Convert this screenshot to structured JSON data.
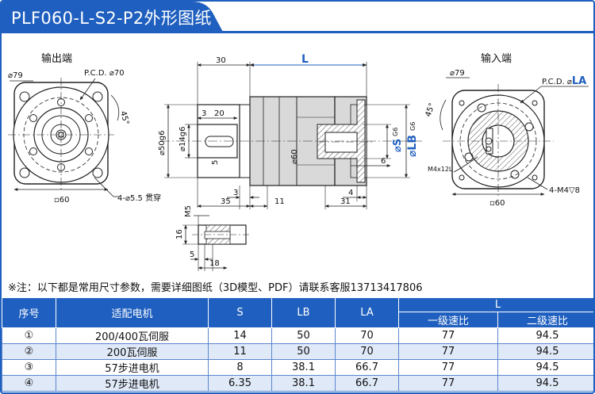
{
  "title": "PLF060-L-S2-P2外形图纸",
  "drawing": {
    "output_label": "输出端",
    "input_label": "输入端",
    "left_view": {
      "dia_79": "⌀79",
      "pcd": "P.C.D. ⌀70",
      "angle_45": "45°",
      "square_60": "▫60",
      "holes": "4-⌀5.5 贯穿"
    },
    "side_view": {
      "L": "L",
      "d30": "30",
      "d20": "20",
      "d3_top": "3",
      "d50": "⌀50g6",
      "d14": "⌀14g6",
      "d5": "5",
      "d60": "⌀60",
      "S": "⌀S",
      "S_tol": "G6",
      "LB": "⌀LB",
      "LB_tol": "G6",
      "d6": "6",
      "d3_bot": "3",
      "d35": "35",
      "d11": "11",
      "d4": "4",
      "d31": "31"
    },
    "key_view": {
      "M5": "M5",
      "d16": "16",
      "d5": "5",
      "d18": "18"
    },
    "right_view": {
      "dia_79": "⌀79",
      "pcd": "P.C.D. ⌀",
      "pcd_LA": "LA",
      "angle_45": "45°",
      "m4x12": "M4x12L",
      "square_60": "▫60",
      "holes": "4-M4▽8"
    }
  },
  "note": "※注：以下都是常用尺寸参数，需要详细图纸（3D模型、PDF）请联系客服13713417806",
  "table": {
    "headers": {
      "no": "序号",
      "motor": "适配电机",
      "s": "S",
      "lb": "LB",
      "la": "LA",
      "l": "L",
      "l1": "一级速比",
      "l2": "二级速比"
    },
    "rows": [
      {
        "no": "①",
        "motor": "200/400瓦伺服",
        "s": "14",
        "lb": "50",
        "la": "70",
        "l1": "77",
        "l2": "94.5"
      },
      {
        "no": "②",
        "motor": "200瓦伺服",
        "s": "11",
        "lb": "50",
        "la": "70",
        "l1": "77",
        "l2": "94.5"
      },
      {
        "no": "③",
        "motor": "57步进电机",
        "s": "8",
        "lb": "38.1",
        "la": "66.7",
        "l1": "77",
        "l2": "94.5"
      },
      {
        "no": "④",
        "motor": "57步进电机",
        "s": "6.35",
        "lb": "38.1",
        "la": "66.7",
        "l1": "77",
        "l2": "94.5"
      }
    ]
  },
  "colors": {
    "brand_blue": "#1f5fbf",
    "row_alt": "#dfe9f8",
    "steel": "#d9d9d9",
    "line": "#222222"
  }
}
